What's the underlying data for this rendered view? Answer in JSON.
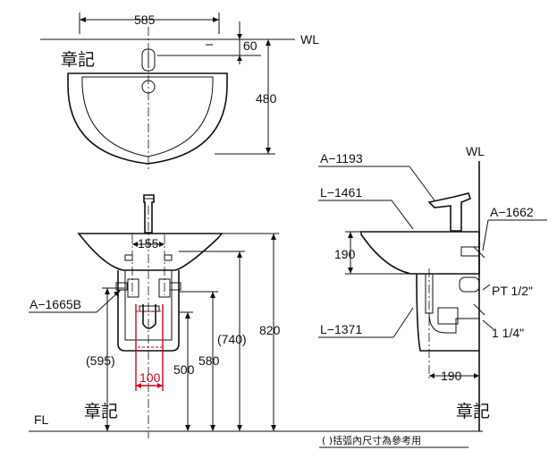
{
  "dimensions": {
    "width_585": "585",
    "depth_480": "480",
    "wl_offset_60": "60",
    "pitch_155": "155",
    "center_100": "100",
    "height_820": "820",
    "height_740": "(740)",
    "height_580": "580",
    "height_500": "500",
    "height_595": "(595)",
    "side_190_top": "190",
    "side_190_bottom": "190"
  },
  "labels": {
    "wl_top": "WL",
    "wl_side": "WL",
    "fl": "FL",
    "stamp_top": "章記",
    "stamp_front": "章記",
    "stamp_side": "章記"
  },
  "parts": {
    "a1193": "A−1193",
    "l1461": "L−1461",
    "a1662": "A−1662",
    "a1665b": "A−1665B",
    "l1371": "L−1371",
    "pt_half": "PT 1/2\"",
    "size_1_1_4": "1 1/4\""
  },
  "note": "(   )括弧內尺寸為參考用",
  "colors": {
    "line": "#111111",
    "highlight": "#d0021b"
  }
}
